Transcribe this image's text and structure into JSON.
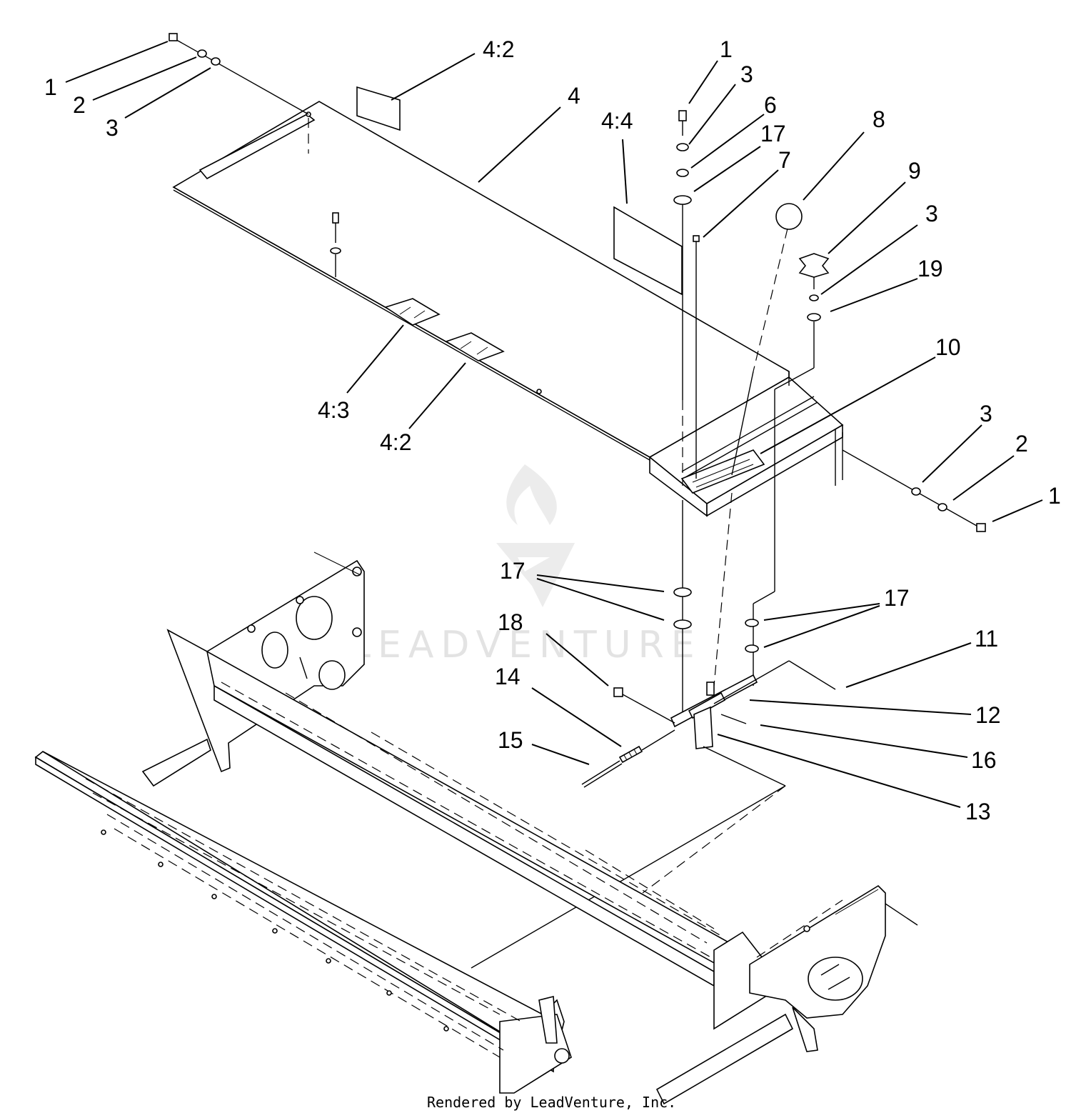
{
  "watermark": {
    "text": "LEADVENTURE"
  },
  "footer": {
    "text": "Rendered by LeadVenture, Inc."
  },
  "callouts": [
    {
      "id": "c1a",
      "text": "1"
    },
    {
      "id": "c2a",
      "text": "2"
    },
    {
      "id": "c3a",
      "text": "3"
    },
    {
      "id": "c42a",
      "text": "4:2"
    },
    {
      "id": "c4",
      "text": "4"
    },
    {
      "id": "c44",
      "text": "4:4"
    },
    {
      "id": "c1b",
      "text": "1"
    },
    {
      "id": "c3b",
      "text": "3"
    },
    {
      "id": "c6",
      "text": "6"
    },
    {
      "id": "c17a",
      "text": "17"
    },
    {
      "id": "c7",
      "text": "7"
    },
    {
      "id": "c8",
      "text": "8"
    },
    {
      "id": "c9",
      "text": "9"
    },
    {
      "id": "c3c",
      "text": "3"
    },
    {
      "id": "c19",
      "text": "19"
    },
    {
      "id": "c10",
      "text": "10"
    },
    {
      "id": "c43",
      "text": "4:3"
    },
    {
      "id": "c42b",
      "text": "4:2"
    },
    {
      "id": "c3d",
      "text": "3"
    },
    {
      "id": "c2b",
      "text": "2"
    },
    {
      "id": "c1c",
      "text": "1"
    },
    {
      "id": "c17b",
      "text": "17"
    },
    {
      "id": "c17c",
      "text": "17"
    },
    {
      "id": "c18",
      "text": "18"
    },
    {
      "id": "c11",
      "text": "11"
    },
    {
      "id": "c14",
      "text": "14"
    },
    {
      "id": "c12",
      "text": "12"
    },
    {
      "id": "c15",
      "text": "15"
    },
    {
      "id": "c16",
      "text": "16"
    },
    {
      "id": "c13",
      "text": "13"
    }
  ]
}
